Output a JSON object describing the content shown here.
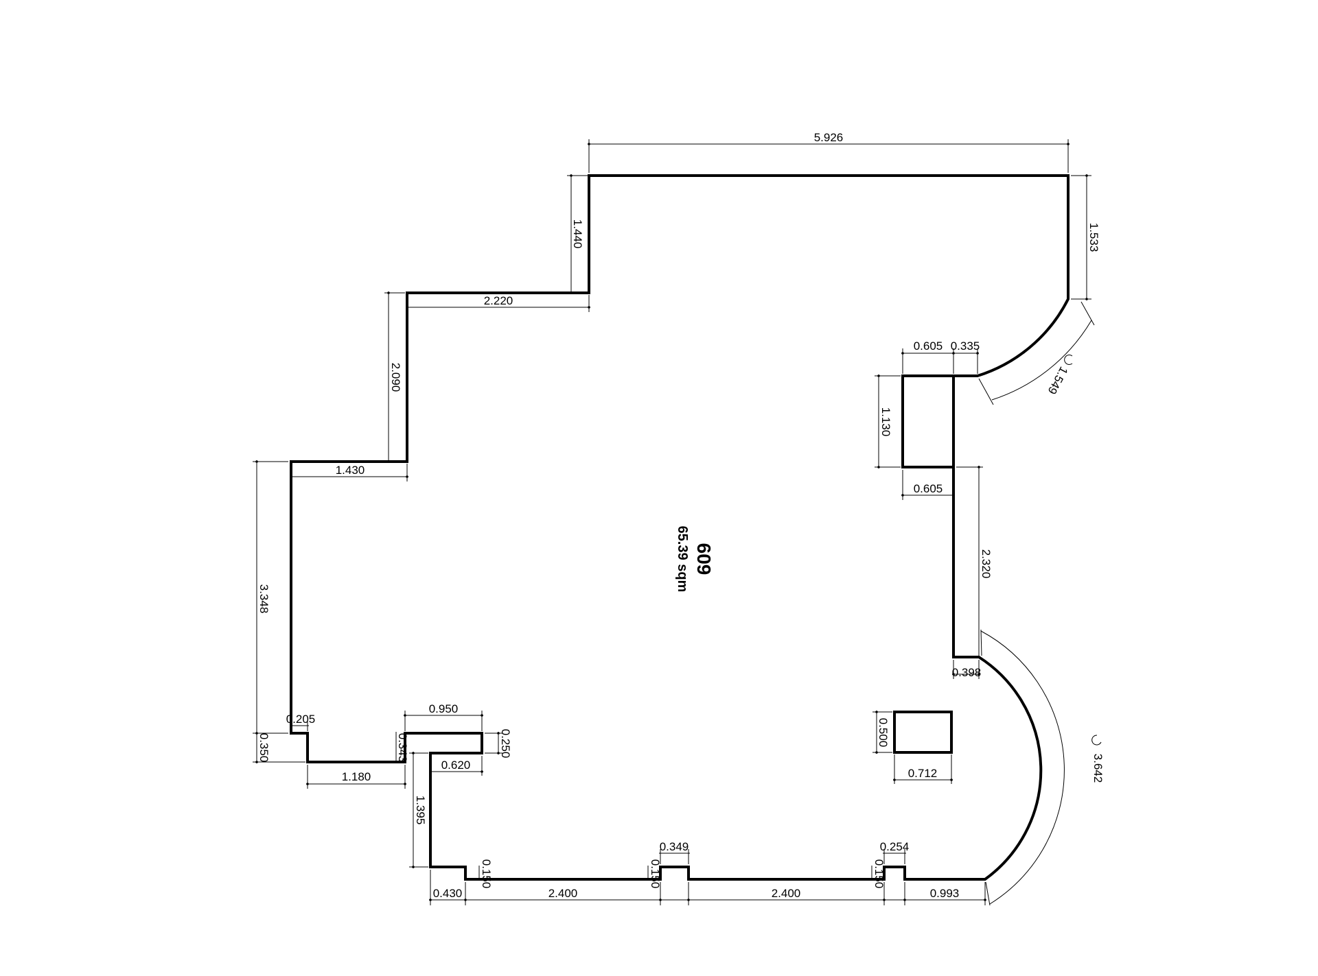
{
  "room": {
    "number": "609",
    "area": "65.39 sqm"
  },
  "dimensions": {
    "top_width": "5.926",
    "upper_step_height": "1.440",
    "right_top_height": "1.533",
    "upper_step_width": "2.220",
    "arc_upper": "1.549",
    "notch_width_a": "0.605",
    "notch_width_b": "0.335",
    "middle_step_height": "2.090",
    "notch_height": "1.130",
    "notch_bottom_width": "0.605",
    "lower_step_width": "1.430",
    "right_mid_height": "2.320",
    "left_height": "3.348",
    "right_offset": "0.398",
    "left_step_small": "0.205",
    "bay_top_width": "0.950",
    "left_drop": "0.350",
    "bay_left_height": "0.343",
    "bay_right_height": "0.250",
    "column_height": "0.500",
    "arc_lower": "3.642",
    "bay_inner_width": "0.620",
    "bay_bottom_width": "1.180",
    "column_width": "0.712",
    "left_lower_height": "1.395",
    "pier1_width": "0.349",
    "pier2_width": "0.254",
    "bottom_recess1": "0.150",
    "bottom_recess2": "0.150",
    "bottom_recess3": "0.150",
    "bottom_left_width": "0.430",
    "bottom_span1": "2.400",
    "bottom_span2": "2.400",
    "bottom_right_width": "0.993"
  }
}
